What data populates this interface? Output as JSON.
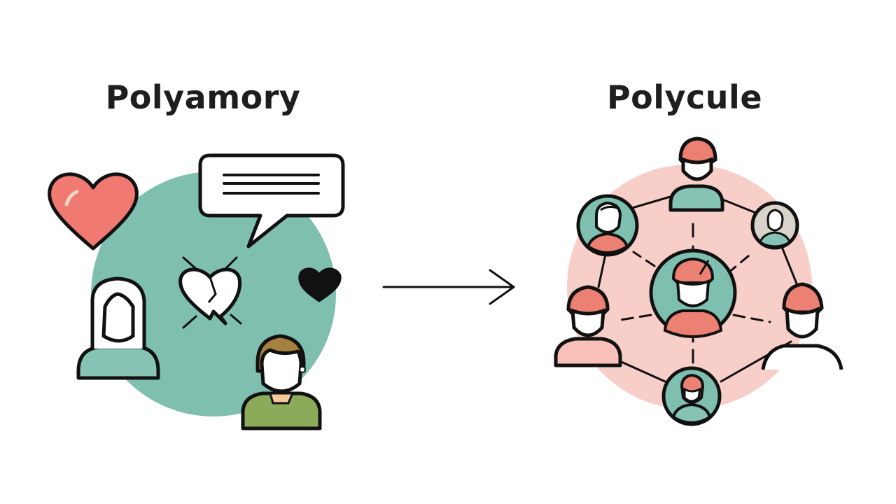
{
  "titles": {
    "left": "Polyamory",
    "right": "Polycule"
  },
  "colors": {
    "teal": "#7fbfb0",
    "pink_circle": "#f8cfc8",
    "heart_red": "#f07a72",
    "hair_salmon": "#ec8072",
    "hair_brown": "#a5803f",
    "shirt_green": "#8cab5a",
    "shirt_teal": "#86c3b4",
    "outline": "#111111"
  },
  "icons": {
    "left": [
      "heart-icon",
      "speech-bubble-icon",
      "broken-heart-icon",
      "black-heart-icon",
      "woman-icon",
      "man-icon"
    ],
    "center": [
      "arrow-right-icon"
    ],
    "right": [
      "polycule-network",
      "person-icon"
    ]
  }
}
